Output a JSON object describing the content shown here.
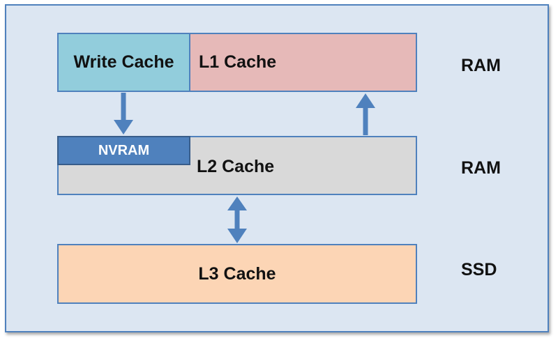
{
  "boxes": {
    "write_cache": "Write Cache",
    "l1_cache": "L1 Cache",
    "nvram": "NVRAM",
    "l2_cache": "L2 Cache",
    "l3_cache": "L3 Cache"
  },
  "tiers": {
    "tier1": "RAM",
    "tier2": "RAM",
    "tier3": "SSD"
  },
  "colors": {
    "frame_bg": "#dce6f2",
    "border": "#4f81bd",
    "write_cache": "#92cddc",
    "l1_cache": "#e6b9b8",
    "l2_cache": "#d9d9d9",
    "nvram": "#4f81bd",
    "l3_cache": "#fcd5b5",
    "arrow": "#4f81bd"
  },
  "arrows": [
    {
      "from": "Write Cache",
      "to": "NVRAM",
      "direction": "down"
    },
    {
      "from": "L2 Cache",
      "to": "L1 Cache",
      "direction": "up"
    },
    {
      "from": "L2 Cache",
      "to": "L3 Cache",
      "direction": "both"
    }
  ]
}
